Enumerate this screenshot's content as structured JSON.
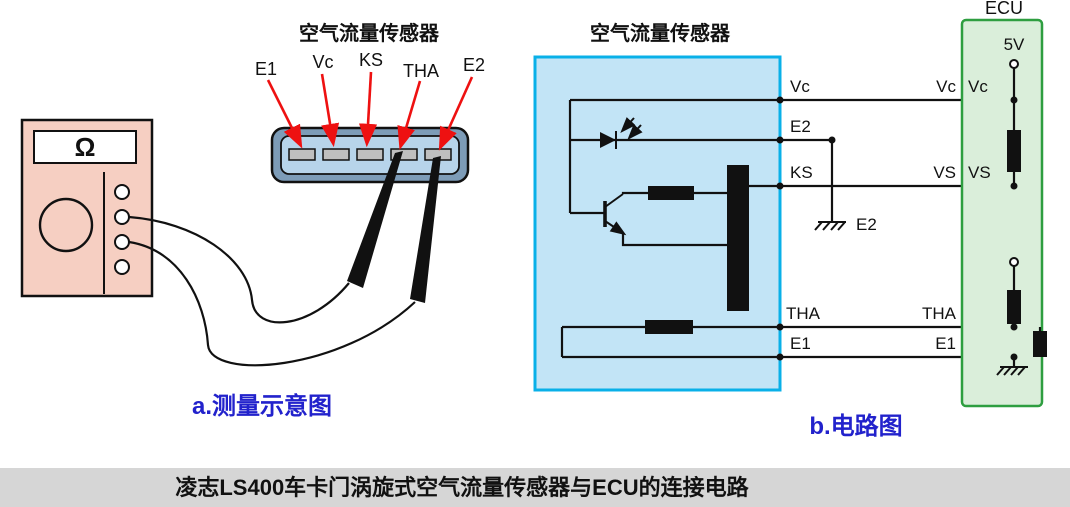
{
  "bottom_caption": "凌志LS400车卡门涡旋式空气流量传感器与ECU的连接电路",
  "measure_panel": {
    "caption": "a.测量示意图",
    "sensor_title": "空气流量传感器",
    "multimeter_symbol": "Ω",
    "pin_labels": {
      "e1": "E1",
      "vc": "Vc",
      "ks": "KS",
      "tha": "THA",
      "e2": "E2"
    }
  },
  "circuit_panel": {
    "caption": "b.电路图",
    "sensor_title": "空气流量传感器",
    "sensor_terminals": {
      "vc": "Vc",
      "e2": "E2",
      "ks": "KS",
      "tha": "THA",
      "e1": "E1"
    },
    "ground_label": "E2",
    "ecu": {
      "title": "ECU",
      "supply": "5V",
      "vc_outer": "Vc",
      "vc_inner": "Vc",
      "vs_outer": "VS",
      "vs_inner": "VS",
      "tha": "THA",
      "e1": "E1"
    }
  },
  "colors": {
    "caption_blue": "#2222cc",
    "arrow_red": "#ee1111",
    "sensor_box_fill": "#c2e4f6",
    "sensor_box_border": "#09b0e8",
    "ecu_fill": "#daeeda",
    "ecu_border": "#2e9e40",
    "multimeter_fill": "#f6cfc2",
    "connector_outer": "#7d9cb8",
    "connector_inner": "#b7d4ea",
    "bottom_bar": "#d6d6d6"
  }
}
